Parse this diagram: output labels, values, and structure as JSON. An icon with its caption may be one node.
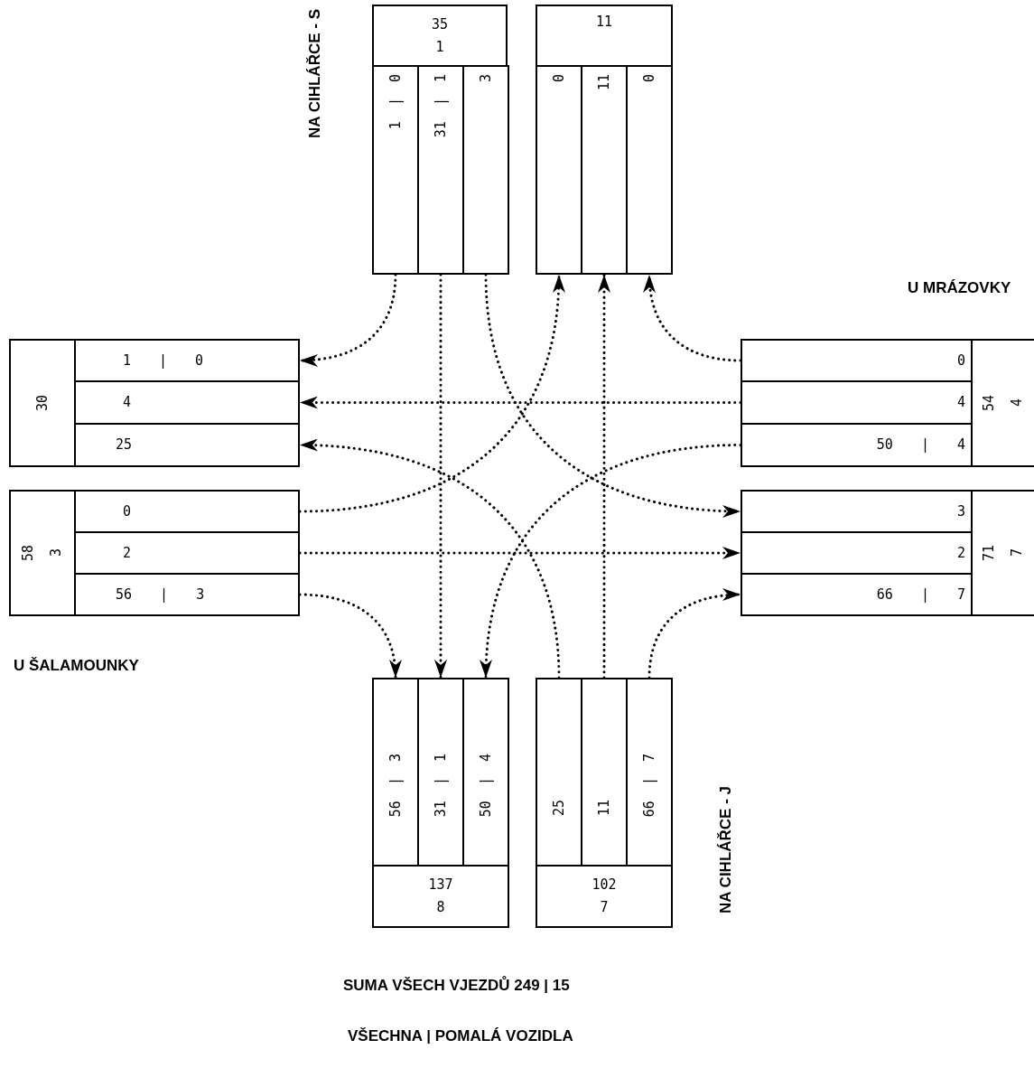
{
  "diagram": {
    "nodes": [
      {
        "text": [
          "35",
          "1"
        ]
      },
      {
        "text": [
          "1 | 0"
        ]
      },
      {
        "text": [
          "31 | 1"
        ]
      },
      {
        "text": [
          "3"
        ]
      },
      {
        "text": [
          "11"
        ]
      },
      {
        "text": [
          "0"
        ]
      },
      {
        "text": [
          "11"
        ]
      },
      {
        "text": [
          "0"
        ]
      },
      {
        "text": [
          "30"
        ]
      },
      {
        "text": [
          "1 | 0"
        ]
      },
      {
        "text": [
          "4"
        ]
      },
      {
        "text": [
          "25"
        ]
      },
      {
        "text": [
          "58",
          "3"
        ]
      },
      {
        "text": [
          "0"
        ]
      },
      {
        "text": [
          "2"
        ]
      },
      {
        "text": [
          "56 | 3"
        ]
      },
      {
        "text": [
          "0"
        ]
      },
      {
        "text": [
          "4"
        ]
      },
      {
        "text": [
          "50 | 4"
        ]
      },
      {
        "text": [
          "54",
          "4"
        ]
      },
      {
        "text": [
          "3"
        ]
      },
      {
        "text": [
          "2"
        ]
      },
      {
        "text": [
          "66 | 7"
        ]
      },
      {
        "text": [
          "71",
          "7"
        ]
      },
      {
        "text": [
          "56 | 3"
        ]
      },
      {
        "text": [
          "31 | 1"
        ]
      },
      {
        "text": [
          "50 | 4"
        ]
      },
      {
        "text": [
          "137",
          "8"
        ]
      },
      {
        "text": [
          "25"
        ]
      },
      {
        "text": [
          "11"
        ]
      },
      {
        "text": [
          "66 | 7"
        ]
      },
      {
        "text": [
          "102",
          "7"
        ]
      }
    ],
    "edges": [
      {
        "from": 1,
        "to": 9,
        "arrow": "to"
      },
      {
        "from": 2,
        "to": 25,
        "arrow": "to"
      },
      {
        "from": 3,
        "to": 20,
        "arrow": "to"
      },
      {
        "from": 13,
        "to": 5,
        "arrow": "to"
      },
      {
        "from": 14,
        "to": 21,
        "arrow": "to"
      },
      {
        "from": 15,
        "to": 24,
        "arrow": "to"
      },
      {
        "from": 16,
        "to": 7,
        "arrow": "to"
      },
      {
        "from": 17,
        "to": 10,
        "arrow": "to"
      },
      {
        "from": 18,
        "to": 26,
        "arrow": "to"
      },
      {
        "from": 28,
        "to": 11,
        "arrow": "to"
      },
      {
        "from": 29,
        "to": 6,
        "arrow": "to"
      },
      {
        "from": 30,
        "to": 22,
        "arrow": "to"
      }
    ],
    "labels": [
      "NA CIHLÁŘCE - S",
      "U MRÁZOVKY",
      "U ŠALAMOUNKY",
      "NA CIHLÁŘCE - J",
      "SUMA VŠECH VJEZDŮ  249 | 15",
      "VŠECHNA | POMALÁ VOZIDLA"
    ]
  }
}
